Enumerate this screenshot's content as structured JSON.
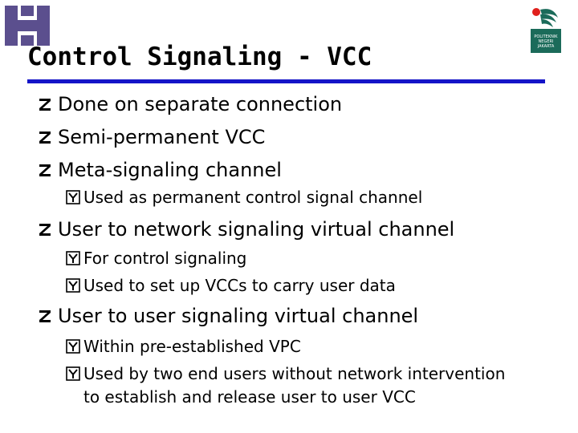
{
  "slide": {
    "title": "Control Signaling - VCC",
    "accent_color": "#1414c8",
    "left_logo_icon": "interlocking-h-logo-icon",
    "right_logo_icon": "politeknik-negeri-jakarta-logo-icon",
    "right_logo_text": "POLITEKNIK NEGERI JAKARTA",
    "l1_bullet_icon": "z-bullet-icon",
    "l2_bullet_icon": "y-bullet-icon",
    "items": [
      {
        "text": "Done on separate connection"
      },
      {
        "text": "Semi-permanent VCC"
      },
      {
        "text": "Meta-signaling channel",
        "subitems": [
          "Used as permanent control signal channel"
        ]
      },
      {
        "text": "User to network signaling virtual channel",
        "subitems": [
          "For control signaling",
          "Used to set up VCCs to carry user data"
        ]
      },
      {
        "text": "User to user signaling virtual channel",
        "subitems": [
          "Within pre-established VPC",
          "Used by two end users without network intervention",
          "to establish and release user to user VCC"
        ]
      }
    ]
  }
}
